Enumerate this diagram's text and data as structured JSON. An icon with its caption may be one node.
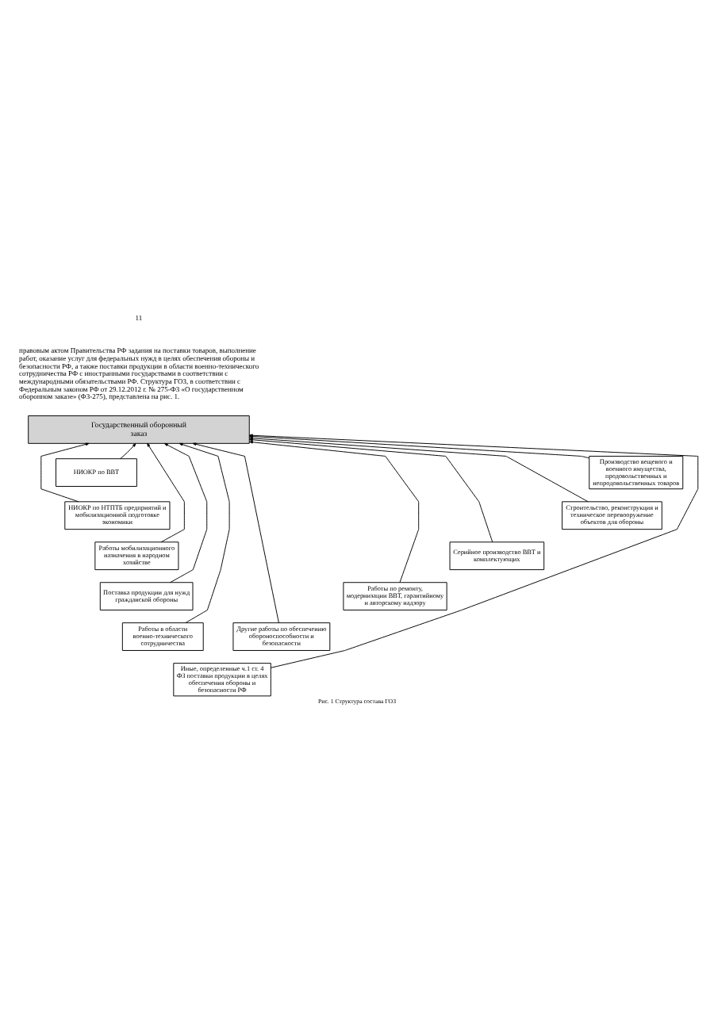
{
  "diagram": {
    "caption": "Рис. 1 Структура состава ГОЗ",
    "nodes": [
      {
        "text": [
          "Государственный оборонный заказ"
        ]
      },
      {
        "text": [
          "НИОКР по ВВТ"
        ]
      },
      {
        "text": [
          "Производство вещевого и военного имущества, продовольственных и непродовольственных товаров"
        ]
      },
      {
        "text": [
          "НИОКР по НТПТБ предприятий и мобилизационной подготовке экономики"
        ]
      },
      {
        "text": [
          "Строительство, реконструкция и техническое перевооружение объектов для обороны"
        ]
      },
      {
        "text": [
          "Работы мобилизационного назначения в народном хозяйстве"
        ]
      },
      {
        "text": [
          "Серийное производство ВВТ и комплектующих"
        ]
      },
      {
        "text": [
          "Поставка продукции для нужд гражданской обороны"
        ]
      },
      {
        "text": [
          "Работы по ремонту, модернизации ВВТ, гарантийному и авторскому надзору"
        ]
      },
      {
        "text": [
          "Работы в области военно-технического сотрудничества"
        ]
      },
      {
        "text": [
          "Другие работы по обеспечению обороноспособности и безопасности"
        ]
      },
      {
        "text": [
          "Иные, определенные ч.1 ст. 4 ФЗ поставки продукции в целях обеспечения обороны и безопасности РФ"
        ]
      }
    ],
    "edges": [
      {
        "from": 1,
        "to": 0,
        "arrow": "to"
      },
      {
        "from": 2,
        "to": 0,
        "arrow": "to"
      },
      {
        "from": 3,
        "to": 0,
        "arrow": "to"
      },
      {
        "from": 4,
        "to": 0,
        "arrow": "to"
      },
      {
        "from": 5,
        "to": 0,
        "arrow": "to"
      },
      {
        "from": 6,
        "to": 0,
        "arrow": "to"
      },
      {
        "from": 7,
        "to": 0,
        "arrow": "to"
      },
      {
        "from": 8,
        "to": 0,
        "arrow": "to"
      },
      {
        "from": 9,
        "to": 0,
        "arrow": "to"
      },
      {
        "from": 10,
        "to": 0,
        "arrow": "to"
      },
      {
        "from": 11,
        "to": 0,
        "arrow": "to"
      }
    ],
    "labels": [
      "11",
      "правовым актом Правительства РФ задания на поставки товаров, выполнение работ, оказание услуг для федеральных нужд в целях обеспечения обороны и безопасности РФ, а также поставки продукции в области военно-технического сотрудничества РФ с иностранными государствами в соответствии с международными обязательствами РФ. Структура ГОЗ, в соответствии с Федеральным законом РФ от 29.12.2012 г. № 275-ФЗ «О государственном оборонном заказе» (ФЗ-275), представлена на рис. 1."
    ]
  }
}
